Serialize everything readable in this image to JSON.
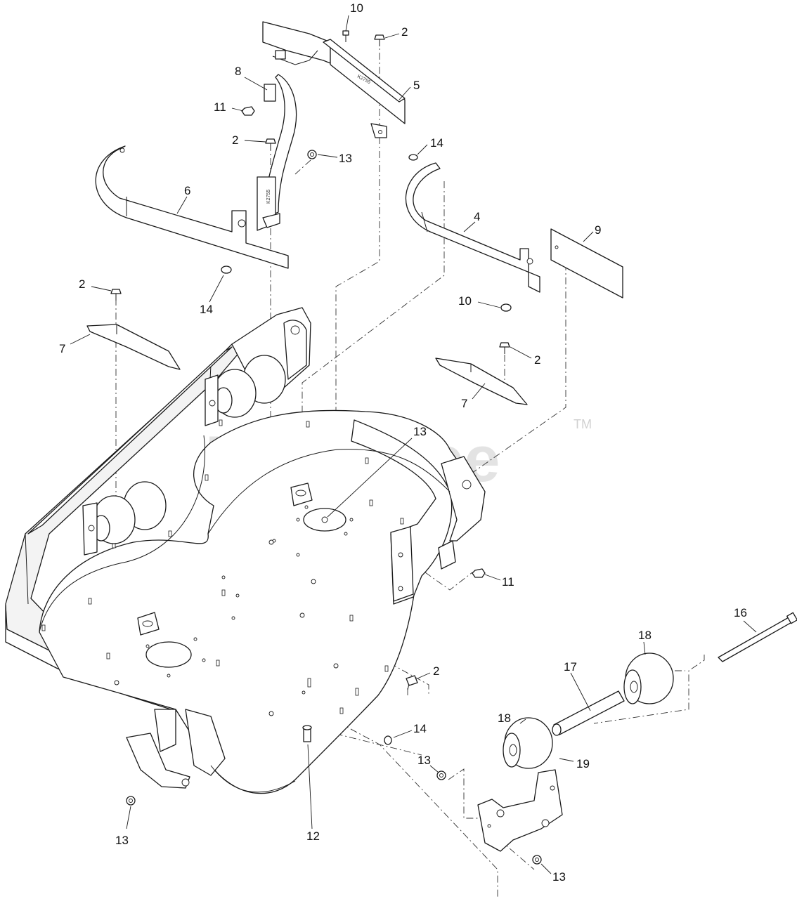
{
  "watermark": {
    "brand": "PartsTree",
    "trademark": "TM"
  },
  "part_labels": {
    "bracket_stamp": "K2755",
    "plate_stamp": "K2755"
  },
  "callouts": [
    {
      "id": "c10a",
      "text": "10"
    },
    {
      "id": "c2a",
      "text": "2"
    },
    {
      "id": "c5",
      "text": "5"
    },
    {
      "id": "c8",
      "text": "8"
    },
    {
      "id": "c11a",
      "text": "11"
    },
    {
      "id": "c2b",
      "text": "2"
    },
    {
      "id": "c13a",
      "text": "13"
    },
    {
      "id": "c14a",
      "text": "14"
    },
    {
      "id": "c6",
      "text": "6"
    },
    {
      "id": "c4",
      "text": "4"
    },
    {
      "id": "c9",
      "text": "9"
    },
    {
      "id": "c14b",
      "text": "14"
    },
    {
      "id": "c10b",
      "text": "10"
    },
    {
      "id": "c2c",
      "text": "2"
    },
    {
      "id": "c7a",
      "text": "7"
    },
    {
      "id": "c2d",
      "text": "2"
    },
    {
      "id": "c7b",
      "text": "7"
    },
    {
      "id": "c13b",
      "text": "13"
    },
    {
      "id": "c11b",
      "text": "11"
    },
    {
      "id": "c16",
      "text": "16"
    },
    {
      "id": "c18a",
      "text": "18"
    },
    {
      "id": "c17",
      "text": "17"
    },
    {
      "id": "c2e",
      "text": "2"
    },
    {
      "id": "c18b",
      "text": "18"
    },
    {
      "id": "c14c",
      "text": "14"
    },
    {
      "id": "c13c",
      "text": "13"
    },
    {
      "id": "c19",
      "text": "19"
    },
    {
      "id": "c13d",
      "text": "13"
    },
    {
      "id": "c12",
      "text": "12"
    },
    {
      "id": "c13e",
      "text": "13"
    }
  ]
}
